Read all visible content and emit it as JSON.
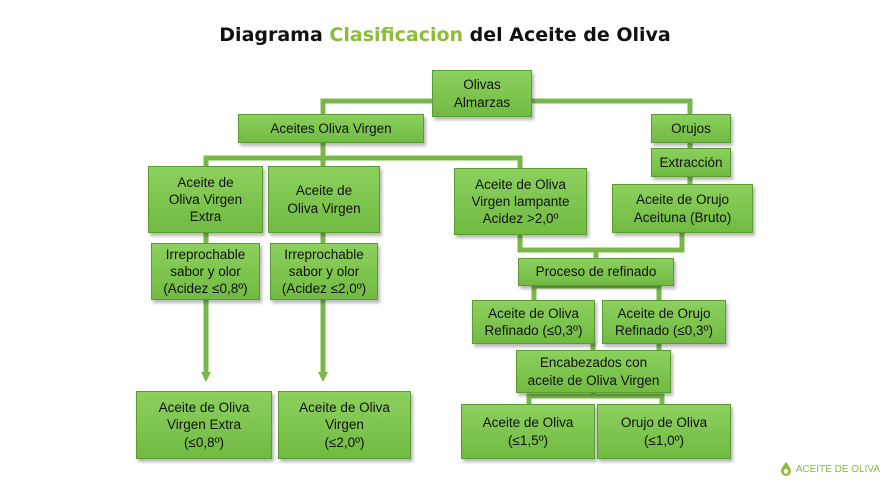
{
  "title": {
    "pre": "Diagrama ",
    "highlight": "Clasificacion",
    "post": " del Aceite de Oliva"
  },
  "nodes": {
    "olivas": "Olivas\nAlmarzas",
    "virgen_group": "Aceites Oliva Virgen",
    "orujos": "Orujos",
    "extraccion": "Extracción",
    "extra": "Aceite de\nOliva Virgen\nExtra",
    "virgen": "Aceite de\nOliva Virgen",
    "lampante": "Aceite de Oliva\nVirgen lampante\nAcidez >2,0º",
    "orujo_bruto": "Aceite de Orujo\nAceituna (Bruto)",
    "irre_extra": "Irreprochable\nsabor y olor\n(Acidez ≤0,8º)",
    "irre_virgen": "Irreprochable\nsabor y olor\n(Acidez ≤2,0º)",
    "refinado": "Proceso de refinado",
    "oliva_refinado": "Aceite de Oliva\nRefinado (≤0,3º)",
    "orujo_refinado": "Aceite de Orujo\nRefinado (≤0,3º)",
    "encabezados": "Encabezados con\naceite de Oliva Virgen",
    "final_extra": "Aceite de Oliva\nVirgen Extra\n(≤0,8º)",
    "final_virgen": "Aceite de Oliva\nVirgen\n(≤2,0º)",
    "final_oliva": "Aceite de Oliva\n(≤1,5º)",
    "final_orujo": "Orujo de Oliva\n(≤1,0º)"
  },
  "brand": {
    "text": "ACEITE DE OLIVA",
    "icon": "olive-drop-icon"
  },
  "colors": {
    "node": "#7cc44e",
    "border": "#5c9a34",
    "line": "#78b84a",
    "accent": "#8dbb3a"
  }
}
